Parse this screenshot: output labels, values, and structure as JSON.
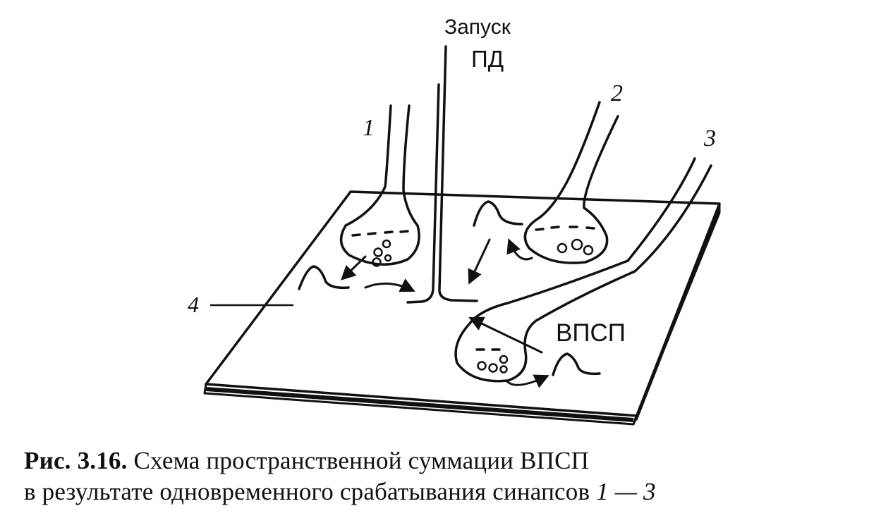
{
  "figure": {
    "labels": {
      "trigger_line1": "Запуск",
      "trigger_line2": "ПД",
      "synapse_1": "1",
      "synapse_2": "2",
      "synapse_3": "3",
      "membrane_4": "4",
      "epsp": "ВПСП"
    }
  },
  "caption": {
    "number": "Рис. 3.16.",
    "line1_text": "Схема  пространственной суммации ВПСП",
    "line2_text": "в результате одновременного срабатывания синапсов",
    "range": "1 — 3"
  }
}
